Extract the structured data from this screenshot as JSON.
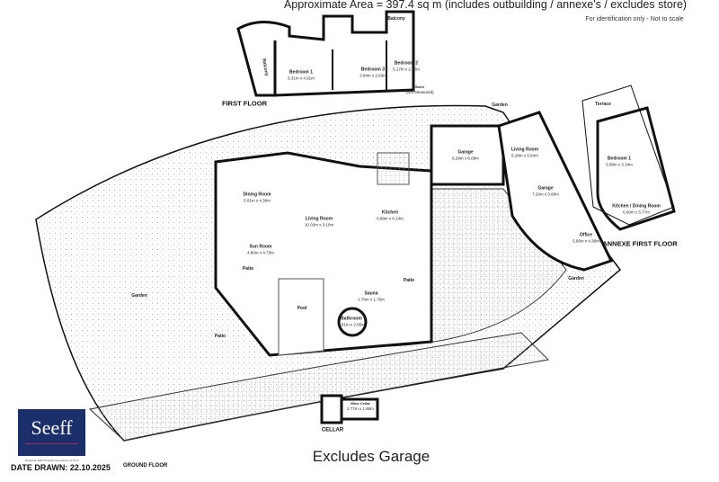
{
  "header": {
    "area": "Approximate Area = 397.4 sq m (includes outbuilding / annexe's / excludes store)",
    "note": "For identification only - Not to scale"
  },
  "first_floor": {
    "title": "FIRST FLOOR",
    "rooms": [
      {
        "name": "Balcony"
      },
      {
        "name": "Balcony"
      },
      {
        "name": "Bedroom 1",
        "dim": "5.31m x 4.91m"
      },
      {
        "name": "Bedroom 3",
        "dim": "3.04m x 2.83m"
      },
      {
        "name": "Bedroom 2",
        "dim": "5.17m x 2.60m"
      },
      {
        "name": "Store",
        "dim": "(Not Measured)"
      }
    ]
  },
  "ground_floor": {
    "title": "GROUND FLOOR",
    "rooms": [
      {
        "name": "Garden"
      },
      {
        "name": "Garage",
        "dim": "6.29m x 6.08m"
      },
      {
        "name": "Living Room",
        "dim": "6.28m x 5.64m"
      },
      {
        "name": "Garage",
        "dim": "7.20m x 3.60m"
      },
      {
        "name": "Office",
        "dim": "5.66m x 4.36m"
      },
      {
        "name": "Garden"
      },
      {
        "name": "Dining Room",
        "dim": "5.01m x 4.30m"
      },
      {
        "name": "Living Room",
        "dim": "10.02m x 3.10m"
      },
      {
        "name": "Kitchen",
        "dim": "6.68m x 6.14m"
      },
      {
        "name": "Sun Room",
        "dim": "4.80m x 4.73m"
      },
      {
        "name": "Patio"
      },
      {
        "name": "Patio"
      },
      {
        "name": "Garden"
      },
      {
        "name": "Pool"
      },
      {
        "name": "Sauna",
        "dim": "1.78m x 1.75m"
      },
      {
        "name": "Bathroom",
        "dim": "2.91m x 2.95m"
      },
      {
        "name": "Patio"
      }
    ]
  },
  "annexe": {
    "title": "ANNEXE FIRST FLOOR",
    "rooms": [
      {
        "name": "Terrace"
      },
      {
        "name": "Bedroom 1",
        "dim": "5.08m x 3.34m"
      },
      {
        "name": "Kitchen / Dining Room",
        "dim": "6.00m x 5.77m"
      }
    ]
  },
  "cellar": {
    "title": "CELLAR",
    "rooms": [
      {
        "name": "Wine Cellar",
        "dim": "2.77m x 1.68m"
      }
    ]
  },
  "footer": {
    "excludes": "Excludes Garage",
    "date_drawn": "DATE DRAWN: 22.10.2025"
  },
  "logo": {
    "brand": "Seeff",
    "tagline": "Expertise Built Through Generations of Trust",
    "color": "#1b2f6b"
  }
}
